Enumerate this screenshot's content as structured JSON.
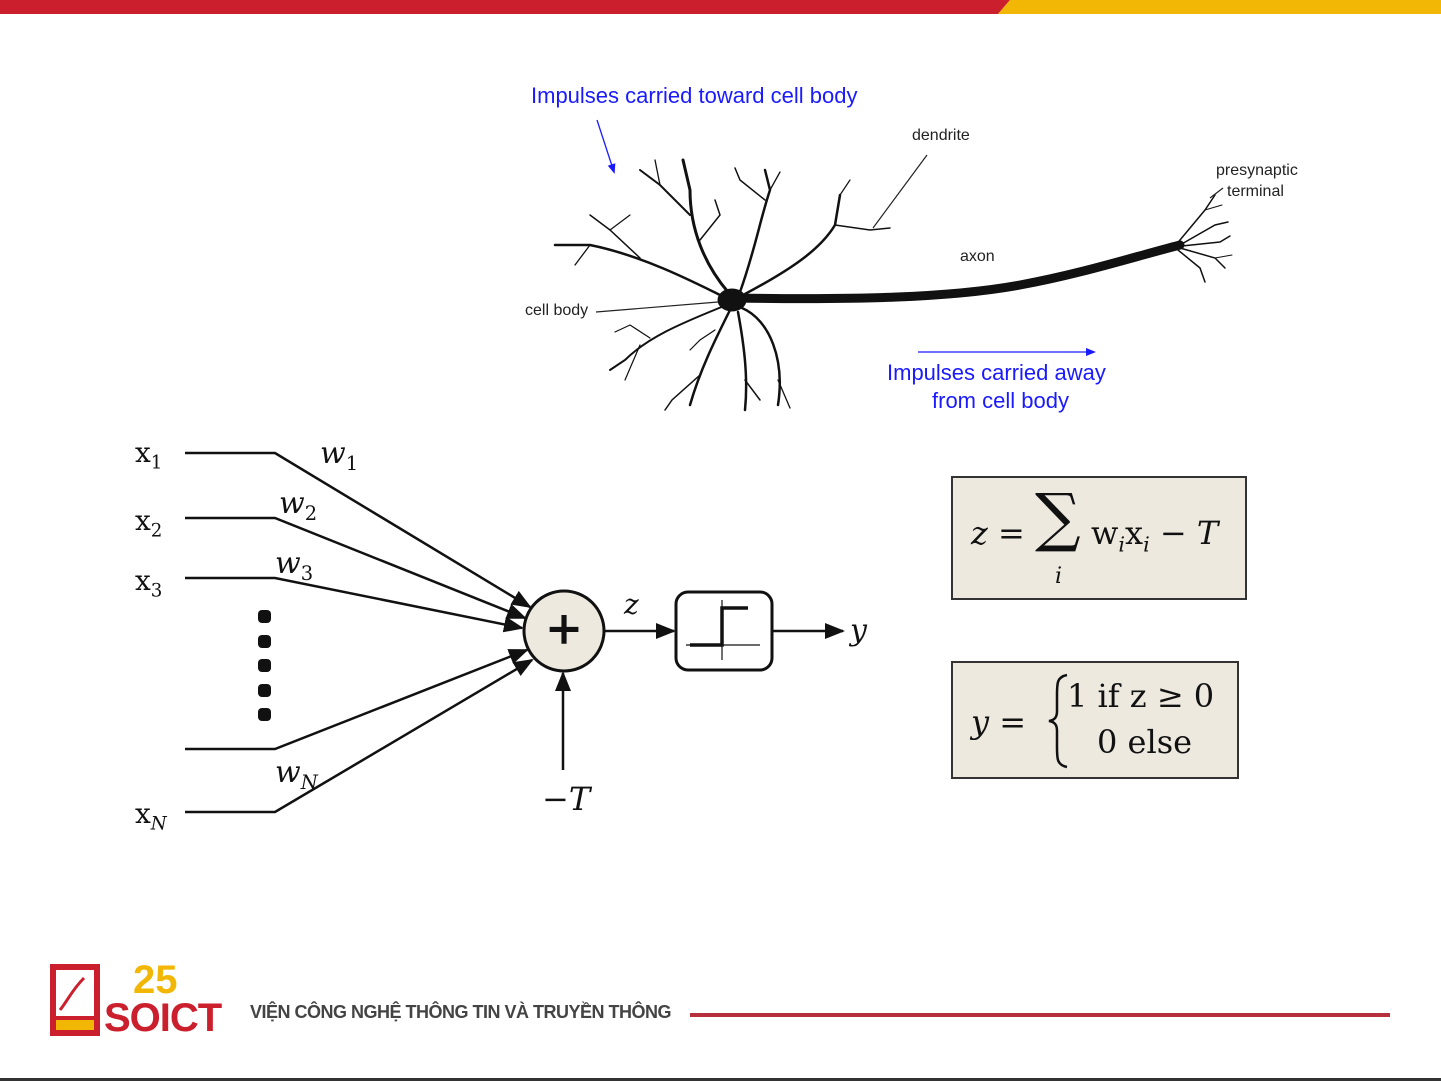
{
  "neuron": {
    "impulses_in": "Impulses carried toward cell body",
    "dendrite": "dendrite",
    "presynaptic_line1": "presynaptic",
    "presynaptic_line2": "terminal",
    "axon": "axon",
    "cell_body": "cell body",
    "impulses_out_line1": "Impulses carried away",
    "impulses_out_line2": "from cell body"
  },
  "perceptron": {
    "inputs": [
      "x",
      "x",
      "x",
      "x"
    ],
    "input_subs": [
      "1",
      "2",
      "3",
      "N"
    ],
    "weights": [
      "w",
      "w",
      "w",
      "w"
    ],
    "weight_subs": [
      "1",
      "2",
      "3",
      "N"
    ],
    "sum_symbol": "+",
    "z_label": "z",
    "y_label": "y",
    "threshold": "−T"
  },
  "equations": {
    "eq1_lhs": "z =",
    "eq1_sum": "∑",
    "eq1_index": "i",
    "eq1_term": "w",
    "eq1_term_sub": "i",
    "eq1_term2": "x",
    "eq1_term2_sub": "i",
    "eq1_tail": "− T",
    "eq2_lhs": "y =",
    "eq2_case1": "1 if z ≥ 0",
    "eq2_case2": "0 else"
  },
  "footer": {
    "institute": "VIỆN CÔNG NGHỆ THÔNG TIN VÀ TRUYỀN THÔNG",
    "logo_text": "SOICT",
    "logo_number": "25"
  },
  "colors": {
    "top_red": "#cc1f2d",
    "top_yellow": "#f2b705",
    "footer_line": "#b5303a",
    "label_blue": "#1a1aff"
  }
}
